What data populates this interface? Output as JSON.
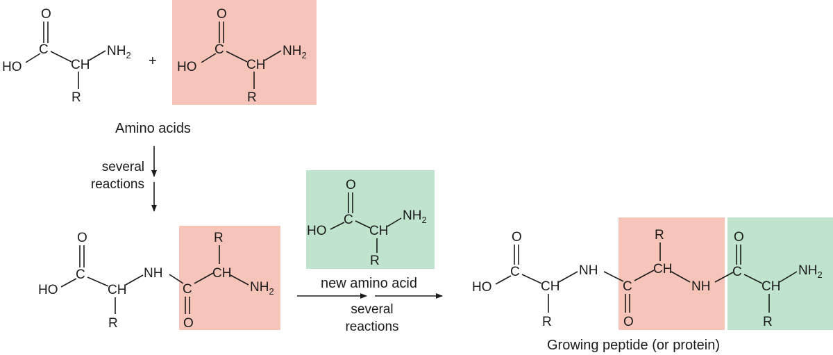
{
  "labels": {
    "amino_acids": "Amino acids",
    "plus": "+",
    "several_reactions_1_line1": "several",
    "several_reactions_1_line2": "reactions",
    "new_amino_acid": "new amino acid",
    "several_reactions_2_line1": "several",
    "several_reactions_2_line2": "reactions",
    "growing_peptide": "Growing peptide (or protein)"
  },
  "atoms": {
    "O": "O",
    "C": "C",
    "HO": "HO",
    "CH": "CH",
    "NH2_main": "NH",
    "NH2_sub": "2",
    "NH": "NH",
    "R": "R"
  },
  "colors": {
    "salmon_box": "#f6c4b8",
    "green_box": "#bfe3cc",
    "ink": "#1a1a1a"
  }
}
